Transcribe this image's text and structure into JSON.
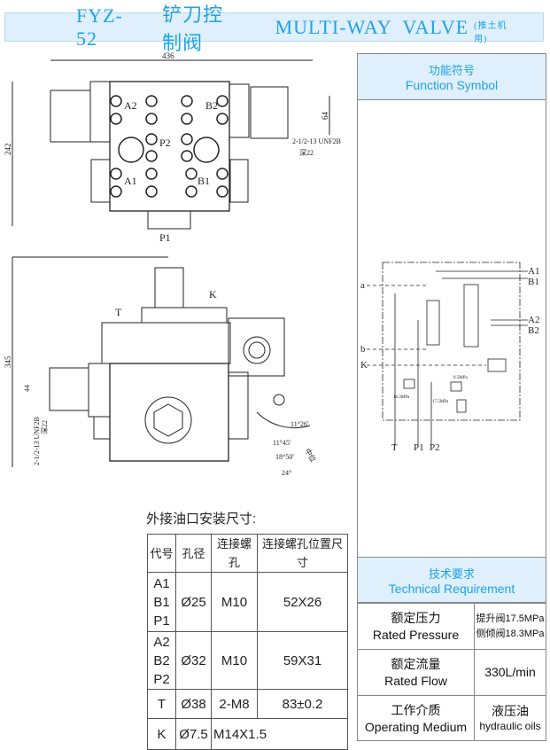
{
  "title": {
    "model": "FYZ-52",
    "cn": "铲刀控制阀",
    "en": "MULTI-WAY  VALVE",
    "sub": "(推土机用)"
  },
  "top_view": {
    "dim_width": "436",
    "dim_height": "242",
    "dim_64": "64",
    "thread": "2-1/2-13 UNF2B",
    "depth": "深22",
    "ports": [
      "A2",
      "B2",
      "P2",
      "A1",
      "B1",
      "P1"
    ]
  },
  "side_view": {
    "dim_height": "345",
    "dim_44": "44",
    "thread": "2-1/2-13 UNF2B",
    "depth": "深22",
    "ports": [
      "T",
      "K"
    ],
    "angles": [
      "11°26′",
      "11°45′",
      "18°50′",
      "24°"
    ],
    "neutral": "中位"
  },
  "function_symbol": {
    "cn": "功能符号",
    "en": "Function Symbol",
    "labels": {
      "a": "a",
      "b": "b",
      "K": "K",
      "A1": "A1",
      "B1": "B1",
      "A2": "A2",
      "B2": "B2",
      "T": "T",
      "P1": "P1",
      "P2": "P2",
      "p1": "0.5MPa",
      "p2": "18.3MPa",
      "p3": "17.5MPa"
    }
  },
  "ports_table": {
    "caption": "外接油口安装尺寸:",
    "headers": [
      "代号",
      "孔径",
      "连接螺孔",
      "连接螺孔位置尺寸"
    ],
    "rows": [
      {
        "code": "A1 B1 P1",
        "dia": "Ø25",
        "thread": "M10",
        "pos": "52X26"
      },
      {
        "code": "A2 B2 P2",
        "dia": "Ø32",
        "thread": "M10",
        "pos": "59X31"
      },
      {
        "code": "T",
        "dia": "Ø38",
        "thread": "2-M8",
        "pos": "83±0.2"
      },
      {
        "code": "K",
        "dia": "Ø7.5",
        "thread": "M14X1.5",
        "pos": ""
      }
    ]
  },
  "tech": {
    "cn": "技术要求",
    "en": "Technical Requirement",
    "rows": [
      {
        "cn": "额定压力",
        "en": "Rated Pressure",
        "v1": "提升阀17.5MPa",
        "v2": "侧倾阀18.3MPa"
      },
      {
        "cn": "额定流量",
        "en": "Rated Flow",
        "v1": "330L/min"
      },
      {
        "cn": "工作介质",
        "en": "Operating Medium",
        "v1": "液压油",
        "v2": "hydraulic oils"
      }
    ]
  }
}
